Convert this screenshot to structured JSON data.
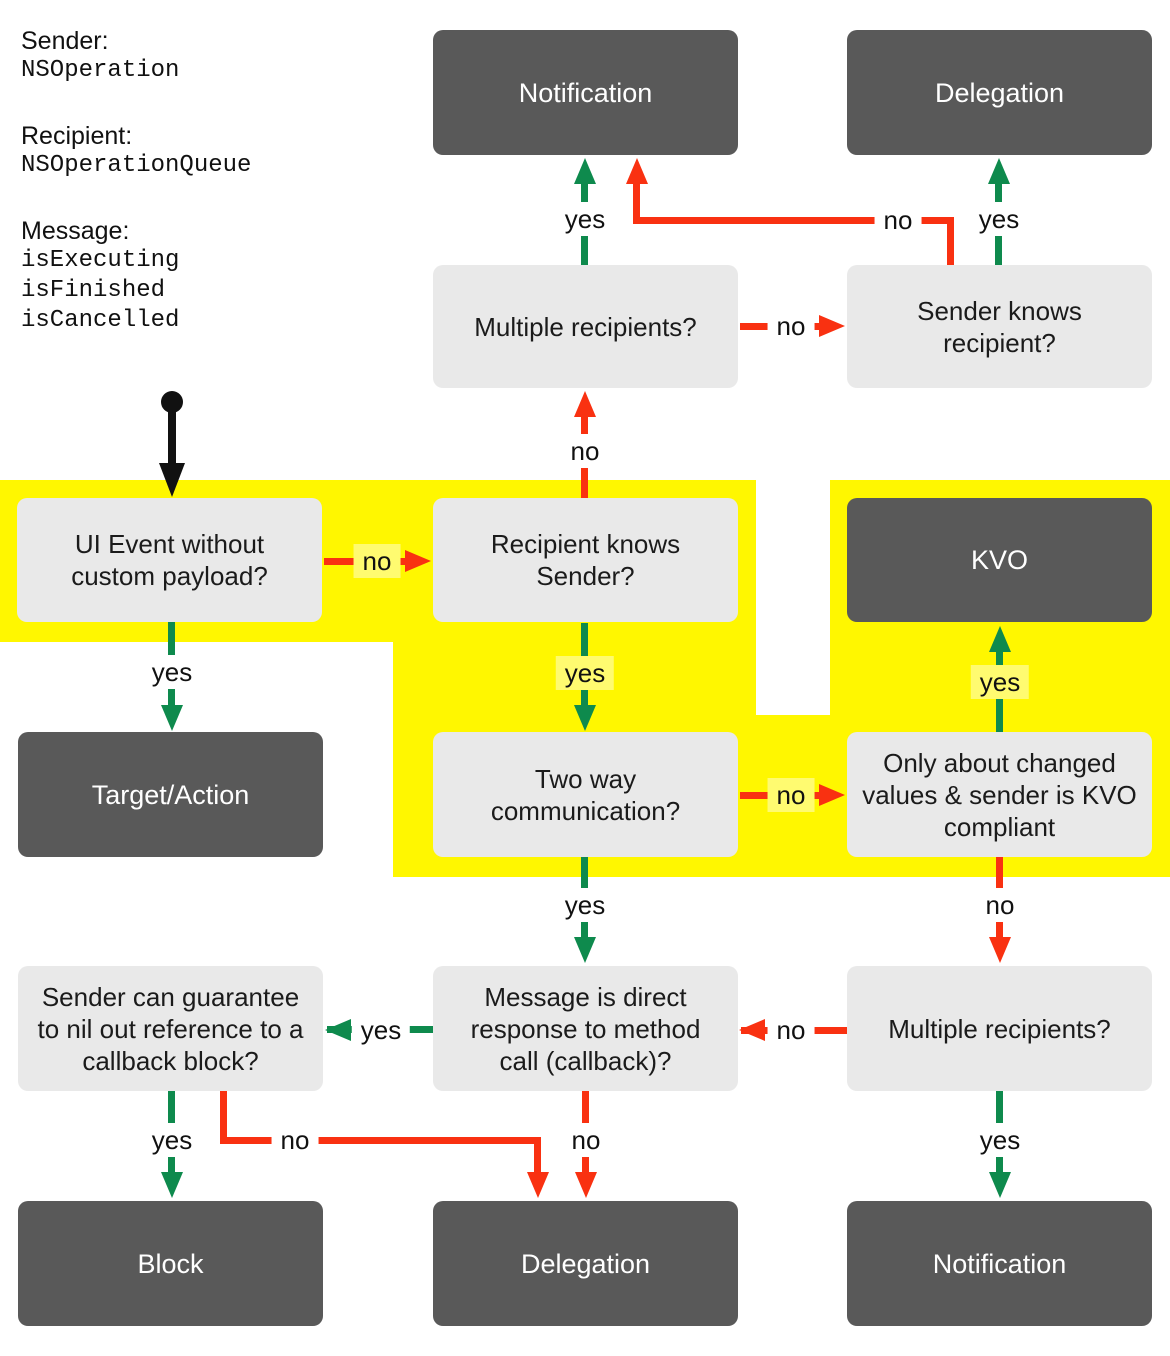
{
  "annotation": {
    "sender_label": "Sender:",
    "sender_value": "NSOperation",
    "recipient_label": "Recipient:",
    "recipient_value": "NSOperationQueue",
    "message_label": "Message:",
    "message_values": [
      "isExecuting",
      "isFinished",
      "isCancelled"
    ]
  },
  "nodes": {
    "notification_top": "Notification",
    "delegation_top": "Delegation",
    "multiple_recipients_top": "Multiple recipients?",
    "sender_knows_recipient": [
      "Sender knows",
      "recipient?"
    ],
    "ui_event": [
      "UI Event without",
      "custom payload?"
    ],
    "recipient_knows_sender": [
      "Recipient knows",
      "Sender?"
    ],
    "kvo": "KVO",
    "target_action": "Target/Action",
    "two_way": [
      "Two way",
      "communication?"
    ],
    "only_changed": [
      "Only about changed",
      "values & sender is KVO",
      "compliant"
    ],
    "sender_guarantee": [
      "Sender can guarantee",
      "to nil out reference to a",
      "callback block?"
    ],
    "message_direct": [
      "Message is direct",
      "response to method",
      "call (callback)?"
    ],
    "multiple_recipients_bottom": "Multiple recipients?",
    "block": "Block",
    "delegation_bottom": "Delegation",
    "notification_bottom": "Notification"
  },
  "edges": {
    "multiple_top_to_notification": "yes",
    "sender_knows_to_notification": "no",
    "sender_knows_to_delegation": "yes",
    "multiple_top_to_sender_knows": "no",
    "recipient_knows_to_multiple_top": "no",
    "ui_event_to_recipient_knows": "no",
    "ui_event_to_target_action": "yes",
    "recipient_knows_to_two_way": "yes",
    "two_way_to_only_changed": "no",
    "only_changed_to_kvo": "yes",
    "two_way_to_message_direct": "yes",
    "only_changed_to_multiple_bottom": "no",
    "message_direct_to_sender_guarantee": "yes",
    "multiple_bottom_to_message_direct": "no",
    "sender_guarantee_to_block": "yes",
    "sender_guarantee_to_delegation": "no",
    "message_direct_to_delegation": "no",
    "multiple_bottom_to_notification": "yes"
  },
  "colors": {
    "highlight_yellow": "#FFF700",
    "result_box": "#595959",
    "question_box": "#E9E9E9",
    "yes_green": "#0E8A4D",
    "no_red": "#F93111",
    "text": "#1A1A1A"
  }
}
